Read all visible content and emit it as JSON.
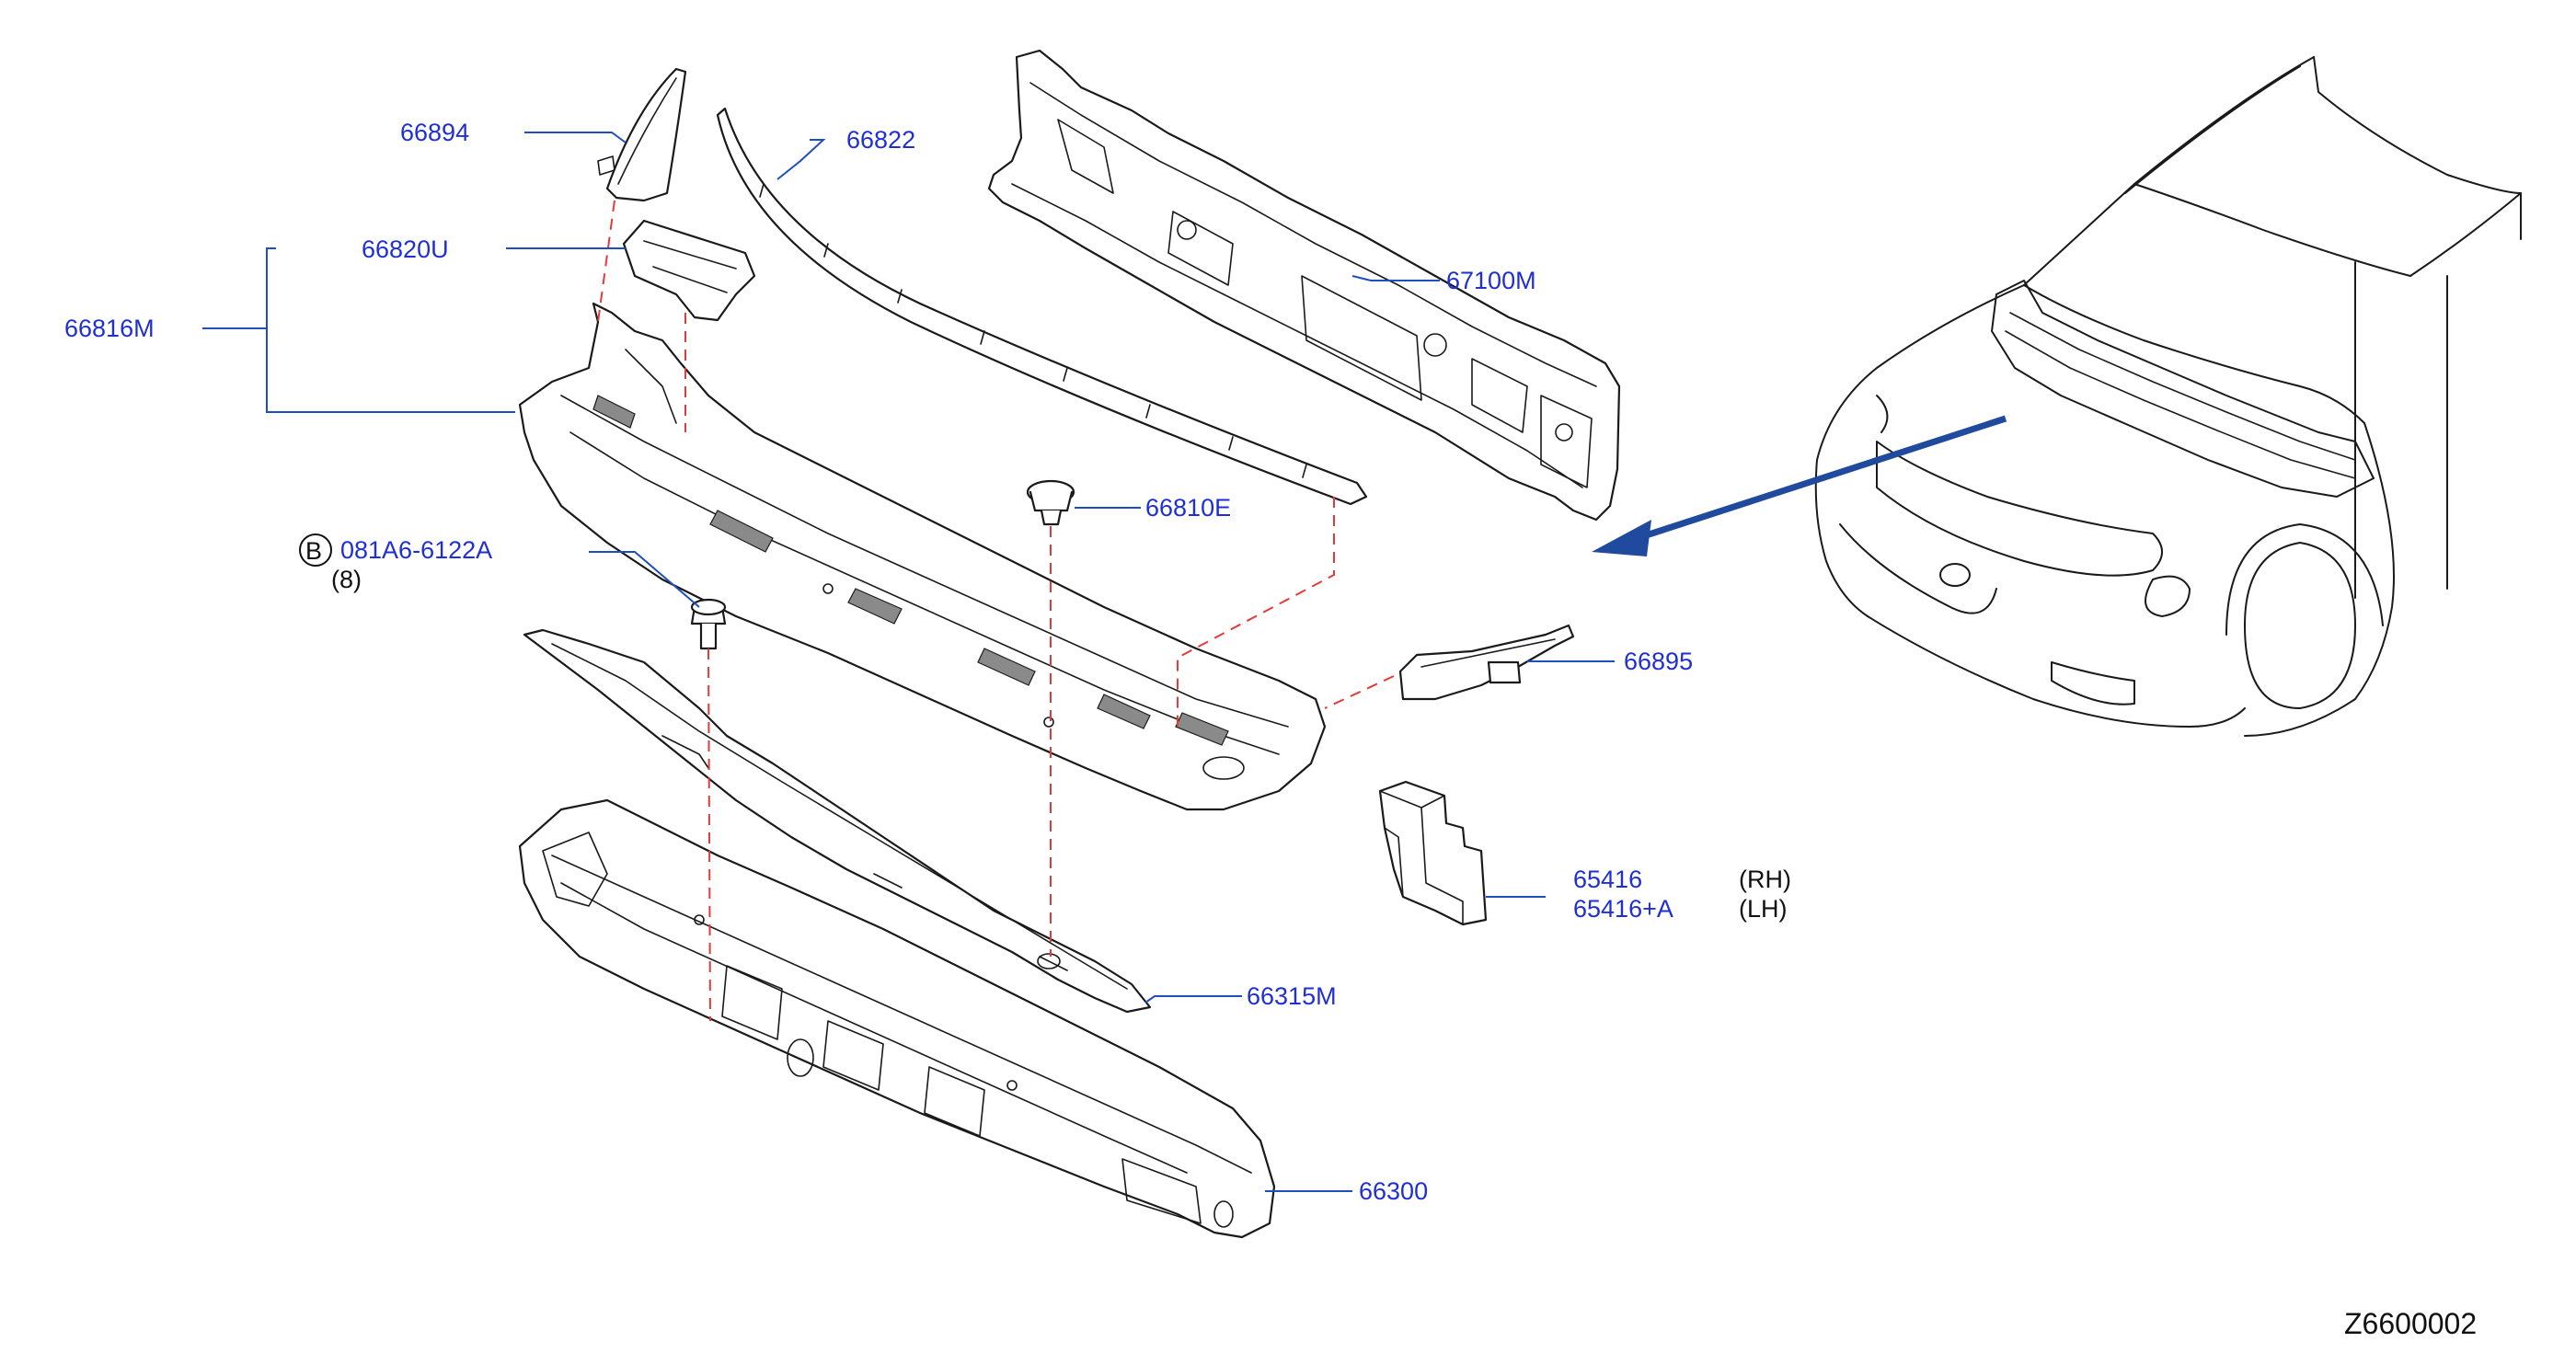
{
  "labels": {
    "p66894": "66894",
    "p66822": "66822",
    "p66820U": "66820U",
    "p66816M": "66816M",
    "p67100M": "67100M",
    "p66810E": "66810E",
    "bolt_marker": "B",
    "p081A6": "081A6-6122A",
    "bolt_qty": "(8)",
    "p66895": "66895",
    "p65416": "65416",
    "p65416A": "65416+A",
    "rh": "(RH)",
    "lh": "(LH)",
    "p66315M": "66315M",
    "p66300": "66300"
  },
  "diagram_code": "Z6600002",
  "colors": {
    "label": "#1f2fd6",
    "leader": "#1f4fbf",
    "dashed_guide": "#e23b3b",
    "arrow": "#1f4a9e",
    "linework": "#1a1a1a"
  }
}
